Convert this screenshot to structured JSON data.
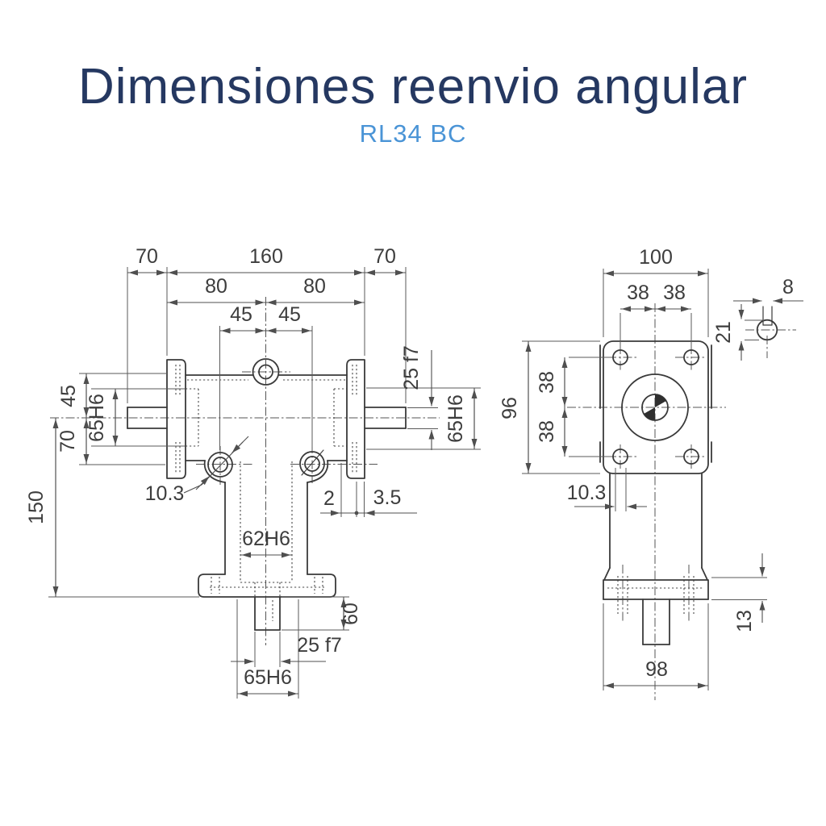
{
  "title": {
    "text": "Dimensiones reenvio angular",
    "color": "#253861"
  },
  "subtitle": {
    "text": "RL34 BC",
    "color": "#4a94d6"
  },
  "drawing": {
    "line_color": "#3a3a3a",
    "dim_color": "#4f4f4f",
    "front_view": {
      "dims": {
        "top70l": "70",
        "top160": "160",
        "top70r": "70",
        "left80": "80",
        "right80": "80",
        "left45": "45",
        "right45": "45",
        "v45": "45",
        "v70": "70",
        "v150": "150",
        "v65h6": "65H6",
        "shaft25": "25 f7",
        "r65h6": "65H6",
        "mid62": "62H6",
        "hole": "10.3",
        "g2": "2",
        "g35": "3.5",
        "b62": "62H6",
        "b60": "60",
        "b25": "25 f7",
        "b65": "65H6"
      }
    },
    "side_view": {
      "dims": {
        "w100": "100",
        "t38l": "38",
        "t38r": "38",
        "key8": "8",
        "key21": "21",
        "v96": "96",
        "l38t": "38",
        "l38b": "38",
        "hole": "10.3",
        "f13": "13",
        "b98": "98"
      }
    }
  }
}
